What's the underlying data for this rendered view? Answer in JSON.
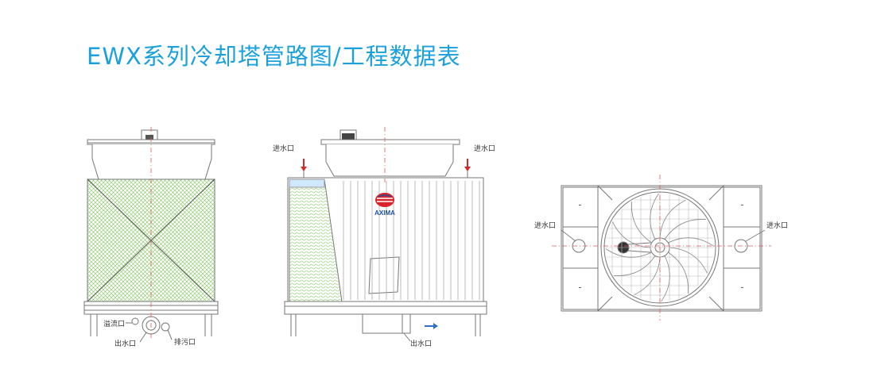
{
  "title": "EWX系列冷却塔管路图/工程数据表",
  "brand": "AXIMA",
  "labels": {
    "overflow": "溢流口",
    "outlet": "出水口",
    "drain": "排污口",
    "inlet": "进水口"
  },
  "colors": {
    "title": "#1aa0dc",
    "line": "#777777",
    "fill_green": "#9ed67a",
    "center_line": "#e05a5a",
    "brand_red": "#d8252a",
    "brand_blue": "#1f4fa0",
    "arrow_blue": "#2f6fc8",
    "arrow_red": "#d42a2a"
  }
}
